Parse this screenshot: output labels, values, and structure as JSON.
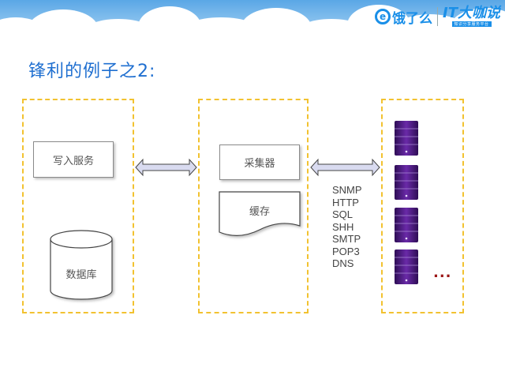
{
  "title": "锋利的例子之2:",
  "logos": {
    "eleme_text": "饿了么",
    "it_text": "IT大咖说",
    "it_sub": "知识分享服务平台"
  },
  "left_panel": {
    "write_service": "写入服务",
    "database": "数据库"
  },
  "middle_panel": {
    "collector": "采集器",
    "cache": "缓存"
  },
  "protocols": [
    "SNMP",
    "HTTP",
    "SQL",
    "SHH",
    "SMTP",
    "POP3",
    "DNS"
  ],
  "ellipsis": "...",
  "colors": {
    "title": "#1f6fd0",
    "panel_border": "#f2c230",
    "server": "#4b1a80",
    "arrow_fill": "#d9dbf0",
    "dots": "#9b1616"
  }
}
